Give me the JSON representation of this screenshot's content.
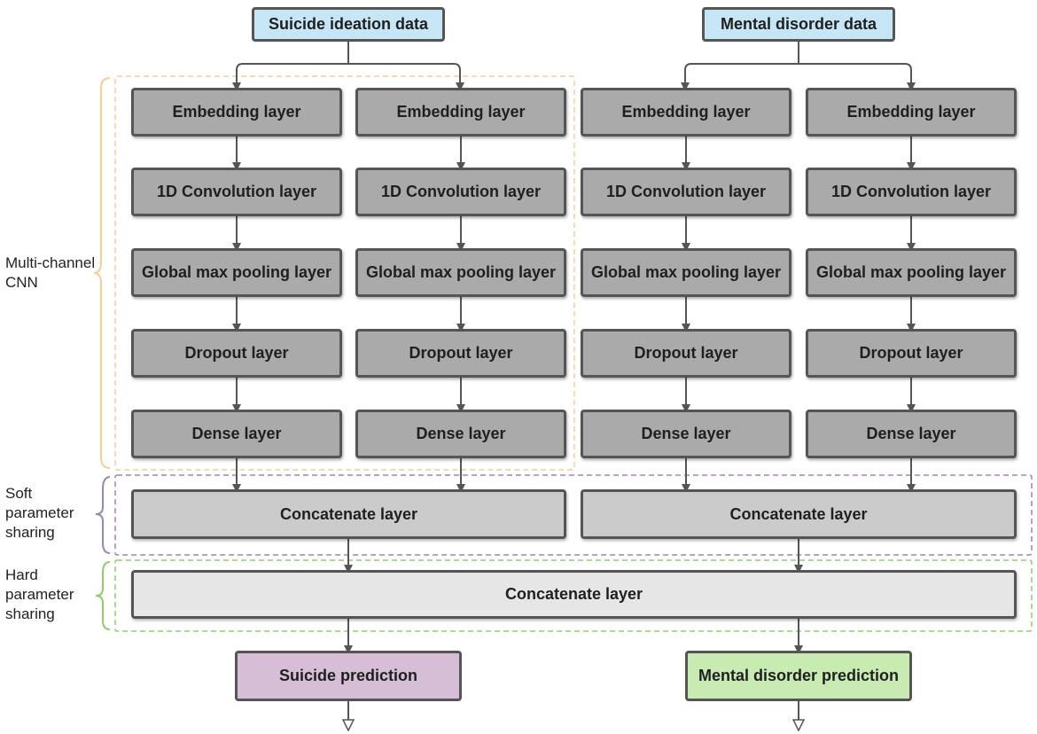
{
  "inputs": {
    "suicide": "Suicide ideation data",
    "mental": "Mental disorder data"
  },
  "columns": [
    {
      "embedding": "Embedding layer",
      "conv": "1D  Convolution layer",
      "pool": "Global max pooling layer",
      "dropout": "Dropout layer",
      "dense": "Dense layer"
    },
    {
      "embedding": "Embedding layer",
      "conv": "1D  Convolution layer",
      "pool": "Global max pooling layer",
      "dropout": "Dropout layer",
      "dense": "Dense layer"
    },
    {
      "embedding": "Embedding layer",
      "conv": "1D  Convolution layer",
      "pool": "Global max pooling layer",
      "dropout": "Dropout layer",
      "dense": "Dense layer"
    },
    {
      "embedding": "Embedding layer",
      "conv": "1D  Convolution layer",
      "pool": "Global max pooling layer",
      "dropout": "Dropout layer",
      "dense": "Dense layer"
    }
  ],
  "soft_concat": {
    "left": "Concatenate layer",
    "right": "Concatenate layer"
  },
  "hard_concat": "Concatenate layer",
  "outputs": {
    "suicide": "Suicide prediction",
    "mental": "Mental disorder prediction"
  },
  "group_labels": {
    "multichannel": "Multi-channel\nCNN",
    "soft": "Soft\nparameter\nsharing",
    "hard": "Hard\nparameter\nsharing"
  },
  "colors": {
    "input_fill": "#c6e6f5",
    "layer_fill": "#aaaaaa",
    "soft_concat_fill": "#cbcbcb",
    "hard_concat_fill": "#e6e6e6",
    "suicide_pred_fill": "#d6bfd6",
    "mental_pred_fill": "#c8ebb3",
    "multichannel_frame": "#f3cf95",
    "soft_frame": "#a184ab",
    "hard_frame": "#8fcc6a",
    "arrow": "#555555"
  }
}
